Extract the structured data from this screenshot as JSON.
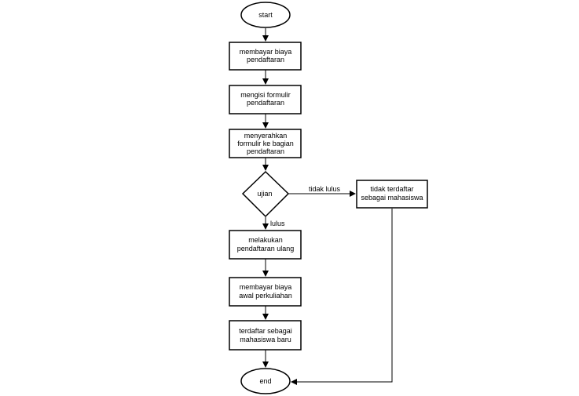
{
  "nodes": {
    "start": "start",
    "step1": [
      "membayar biaya",
      "pendaftaran"
    ],
    "step2": [
      "mengisi formulir",
      "pendaftaran"
    ],
    "step3": [
      "menyerahkan",
      "formulir ke bagian",
      "pendaftaran"
    ],
    "decision": "ujian",
    "reject": [
      "tidak terdaftar",
      "sebagai mahasiswa"
    ],
    "step4": [
      "melakukan",
      "pendaftaran ulang"
    ],
    "step5": [
      "membayar biaya",
      "awal perkuliahan"
    ],
    "step6": [
      "terdaftar sebagai",
      "mahasiswa baru"
    ],
    "end": "end"
  },
  "edges": {
    "fail_label": "tidak lulus",
    "pass_label": "lulus"
  }
}
